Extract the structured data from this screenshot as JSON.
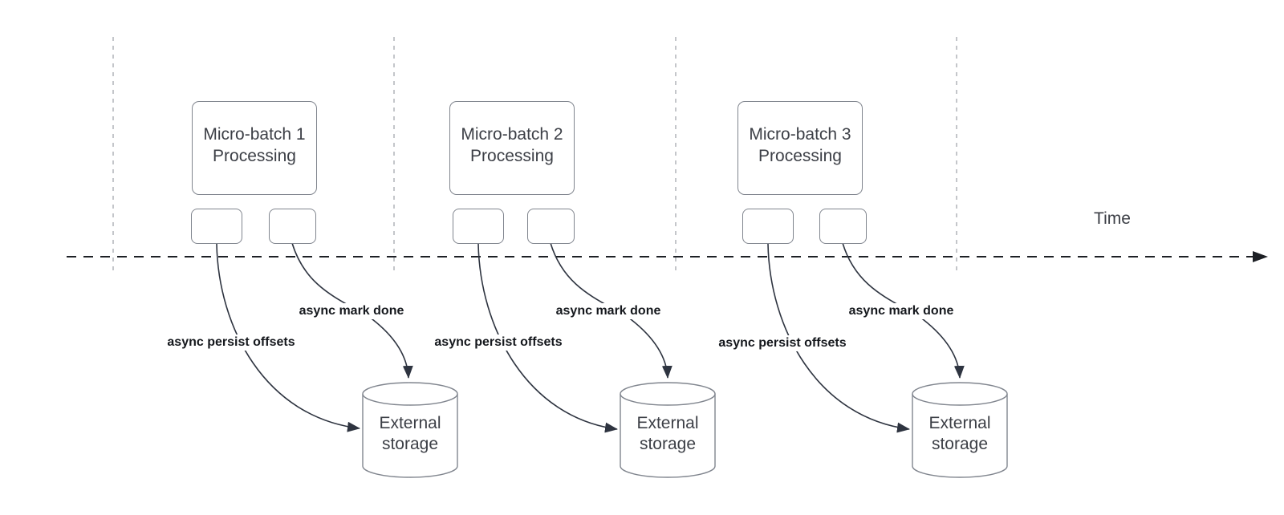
{
  "diagram": {
    "time_axis": {
      "label": "Time"
    },
    "groups": [
      {
        "process_title": {
          "line1": "Micro-batch 1",
          "line2": "Processing"
        },
        "persist_arrow_label": "async persist offsets",
        "mark_done_arrow_label": "async mark done",
        "storage": {
          "line1": "External",
          "line2": "storage"
        }
      },
      {
        "process_title": {
          "line1": "Micro-batch 2",
          "line2": "Processing"
        },
        "persist_arrow_label": "async persist offsets",
        "mark_done_arrow_label": "async mark done",
        "storage": {
          "line1": "External",
          "line2": "storage"
        }
      },
      {
        "process_title": {
          "line1": "Micro-batch 3",
          "line2": "Processing"
        },
        "persist_arrow_label": "async persist offsets",
        "mark_done_arrow_label": "async mark done",
        "storage": {
          "line1": "External",
          "line2": "storage"
        }
      }
    ],
    "colors": {
      "shape_stroke": "#80858e",
      "arrow_stroke": "#2e3440",
      "axis_stroke": "#1d2025",
      "guide_stroke": "#b1b4b8",
      "shape_text": "#3c3f46",
      "arrow_label_text": "#15181d"
    }
  }
}
